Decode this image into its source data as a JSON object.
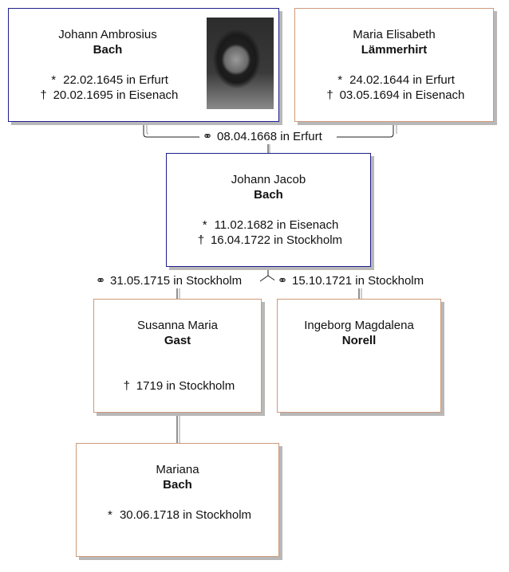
{
  "symbols": {
    "birth": "*",
    "death": "†",
    "marriage": "⚭"
  },
  "persons": {
    "father": {
      "given": "Johann Ambrosius",
      "surname": "Bach",
      "birth": "22.02.1645 in Erfurt",
      "death": "20.02.1695 in Eisenach",
      "has_portrait": true
    },
    "mother": {
      "given": "Maria Elisabeth",
      "surname": "Lämmerhirt",
      "birth": "24.02.1644 in Erfurt",
      "death": "03.05.1694 in Eisenach"
    },
    "subject": {
      "given": "Johann Jacob",
      "surname": "Bach",
      "birth": "11.02.1682 in Eisenach",
      "death": "16.04.1722 in Stockholm"
    },
    "spouse1": {
      "given": "Susanna Maria",
      "surname": "Gast",
      "death": "1719 in Stockholm"
    },
    "spouse2": {
      "given": "Ingeborg Magdalena",
      "surname": "Norell"
    },
    "child": {
      "given": "Mariana",
      "surname": "Bach",
      "birth": "30.06.1718 in Stockholm"
    }
  },
  "marriages": {
    "parents": "08.04.1668 in Erfurt",
    "first": "31.05.1715 in Stockholm",
    "second": "15.10.1721 in Stockholm"
  }
}
